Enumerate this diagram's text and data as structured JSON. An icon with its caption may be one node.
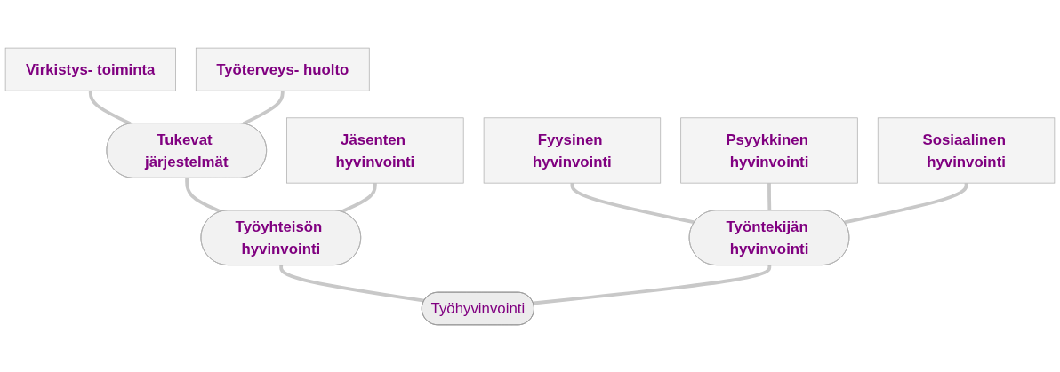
{
  "diagram": {
    "nodes": [
      {
        "text": [
          "Työhyvinvointi"
        ]
      },
      {
        "text": [
          "Työyhteisön hyvinvointi"
        ]
      },
      {
        "text": [
          "Tukevat järjestelmät"
        ]
      },
      {
        "text": [
          "Jäsenten hyvinvointi"
        ]
      },
      {
        "text": [
          "Virkistys- toiminta"
        ]
      },
      {
        "text": [
          "Työterveys- huolto"
        ]
      },
      {
        "text": [
          "Työntekijän hyvinvointi"
        ]
      },
      {
        "text": [
          "Fyysinen hyvinvointi"
        ]
      },
      {
        "text": [
          "Psyykkinen hyvinvointi"
        ]
      },
      {
        "text": [
          "Sosiaalinen hyvinvointi"
        ]
      }
    ],
    "edges": [
      {
        "from": 0,
        "to": 1,
        "arrow": "none"
      },
      {
        "from": 0,
        "to": 6,
        "arrow": "none"
      },
      {
        "from": 1,
        "to": 2,
        "arrow": "none"
      },
      {
        "from": 1,
        "to": 3,
        "arrow": "none"
      },
      {
        "from": 2,
        "to": 4,
        "arrow": "none"
      },
      {
        "from": 2,
        "to": 5,
        "arrow": "none"
      },
      {
        "from": 6,
        "to": 7,
        "arrow": "none"
      },
      {
        "from": 6,
        "to": 8,
        "arrow": "none"
      },
      {
        "from": 6,
        "to": 9,
        "arrow": "none"
      }
    ]
  }
}
